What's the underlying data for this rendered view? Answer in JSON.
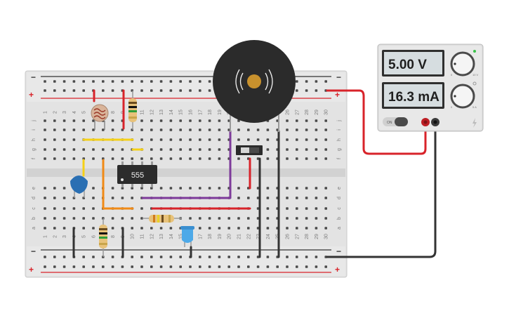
{
  "breadboard": {
    "columns": [
      "1",
      "2",
      "3",
      "4",
      "5",
      "6",
      "7",
      "8",
      "9",
      "10",
      "11",
      "12",
      "13",
      "14",
      "15",
      "16",
      "17",
      "18",
      "19",
      "20",
      "21",
      "22",
      "23",
      "24",
      "25",
      "26",
      "27",
      "28",
      "29",
      "30"
    ],
    "rows_top": [
      "j",
      "i",
      "h",
      "g",
      "f"
    ],
    "rows_bottom": [
      "e",
      "d",
      "c",
      "b",
      "a"
    ],
    "rail_plus": "+",
    "rail_minus": "−"
  },
  "chip": {
    "label": "555"
  },
  "power_supply": {
    "voltage": "5.00 V",
    "current": "16.3 mA",
    "switch_label": "ON",
    "knob_voltage_range": [
      "0",
      "10 V"
    ],
    "knob_current_range": [
      "0",
      "5 A"
    ]
  },
  "colors": {
    "wire_red": "#d8232a",
    "wire_black": "#333333",
    "wire_yellow": "#f5d016",
    "wire_orange": "#f08a16",
    "wire_purple": "#7d3a9a",
    "capacitor_blue": "#2a6fb3",
    "led_blue": "#4da9e8",
    "buzzer": "#2b2b2b"
  }
}
